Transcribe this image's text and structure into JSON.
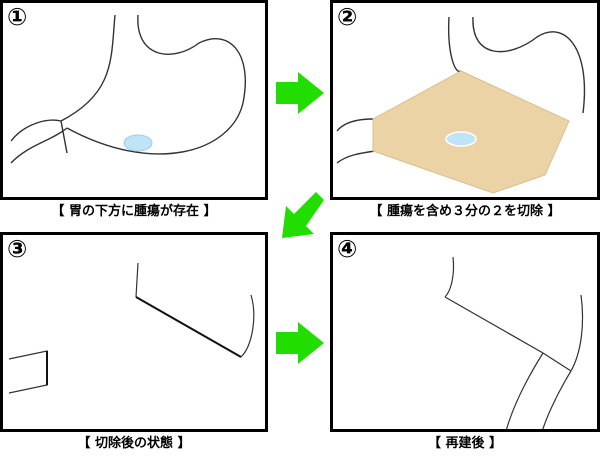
{
  "colors": {
    "arrow": "#22dd00",
    "tumor": "#bfe3f7",
    "resection": "#ecd3a6",
    "outline": "#333333"
  },
  "panels": [
    {
      "number": "①",
      "caption": "【 胃の下方に腫瘍が存在 】"
    },
    {
      "number": "②",
      "caption": "【 腫瘍を含め３分の２を切除 】"
    },
    {
      "number": "③",
      "caption": "【 切除後の状態 】"
    },
    {
      "number": "④",
      "caption": "【 再建後 】"
    }
  ]
}
